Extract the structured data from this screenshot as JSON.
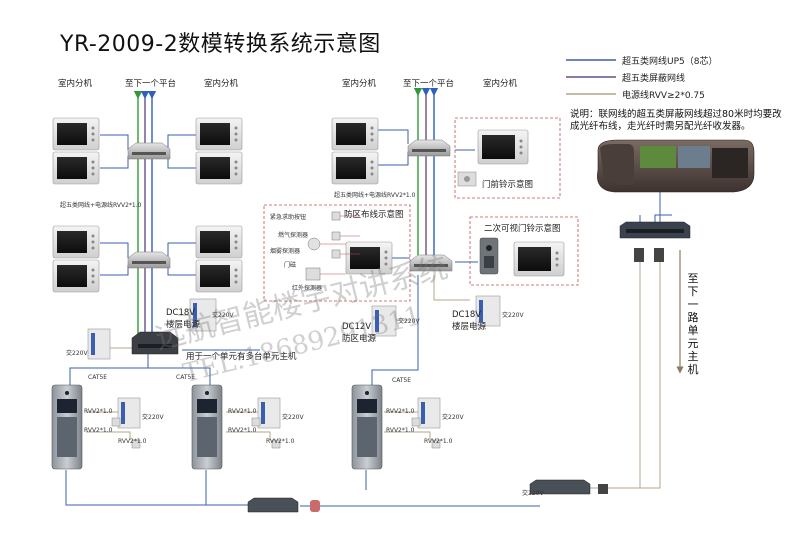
{
  "title": "YR-2009-2数模转换系统示意图",
  "legend": [
    {
      "label": "超五类网线UP5（8芯）",
      "color": "#3a5fb0"
    },
    {
      "label": "超五类屏蔽网线",
      "color": "#6a4f8a"
    },
    {
      "label": "电源线RVV≥2*0.75",
      "color": "#b5a58a"
    }
  ],
  "note": "说明：联网线的超五类屏蔽网线超过80米时均要改成光纤布线，走光纤时需另配光纤收发器。",
  "vertical_label": "至下一路单元主机",
  "labels": {
    "indoor_1": "室内分机",
    "indoor_2": "室内分机",
    "indoor_3": "室内分机",
    "indoor_4": "室内分机",
    "next_platform_1": "至下一个平台",
    "next_platform_2": "至下一个平台",
    "cable_1": "超五类网线+电源线RVV2*1.0",
    "cable_2": "超五类网线+电源线RVV2*1.0",
    "doorbell": "门前铃示意图",
    "secondary_doorbell": "二次可视门铃示意图",
    "security_wiring": "防区布线示意图",
    "dc18v_1": "DC18V",
    "floor_power_1": "楼层电源",
    "dc18v_2": "DC18V",
    "floor_power_2": "楼层电源",
    "dc12v": "DC12V",
    "zone_power": "防区电源",
    "multi_unit": "用于一个单元有多台单元主机",
    "cat5e_1": "CAT5E",
    "cat5e_2": "CAT5E",
    "cat5e_3": "CAT5E",
    "ac220_1": "交220V",
    "ac220_2": "交220V",
    "ac220_3": "交220V",
    "ac220_4": "交220V",
    "ac220_5": "交220V",
    "ac220_6": "交220V",
    "ac220_7": "交220V",
    "ac220_8": "交220V",
    "rvv_a": "RVV2*1.0",
    "rvv_b": "RVV2*1.0",
    "rvv_c": "RVV2*1.0",
    "rvv_d": "RVV2*1.0",
    "rvv_e": "RVV2*1.0",
    "rvv_f": "RVV2*1.0",
    "rvv_g": "RVV2*1.0",
    "rvv_h": "RVV2*1.0",
    "rvv_i": "RVV2*1.0",
    "sensor_1": "紧急求助按钮",
    "sensor_2": "燃气探测器",
    "sensor_3": "烟雾探测器",
    "sensor_4": "门磁",
    "sensor_5": "红外探测器"
  },
  "watermark": {
    "line1": "远航智能楼宇对讲系统",
    "line2": "TEL:18689291311"
  },
  "colors": {
    "network": "#3a5fb0",
    "shielded": "#6a4f8a",
    "power": "#b5a58a",
    "green_arrow": "#2e9a3a",
    "blue_arrow": "#2f5fbf",
    "box_border": "#c05050"
  }
}
